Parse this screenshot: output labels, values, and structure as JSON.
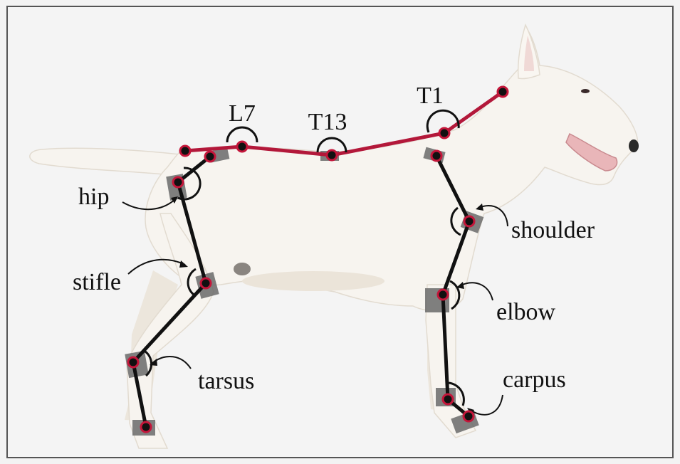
{
  "colors": {
    "background": "#f4f4f4",
    "frame": "#555555",
    "dog_fur": "#f7f4ef",
    "dog_shadow": "#e6e0d6",
    "spine_line": "#b3183a",
    "limb_line": "#111111",
    "marker_fill": "#111111",
    "marker_ring": "#c4163a",
    "sensor_pad": "#6a6a6a"
  },
  "labels": {
    "l7": "L7",
    "t13": "T13",
    "t1": "T1",
    "hip": "hip",
    "stifle": "stifle",
    "tarsus": "tarsus",
    "shoulder": "shoulder",
    "elbow": "elbow",
    "carpus": "carpus"
  }
}
